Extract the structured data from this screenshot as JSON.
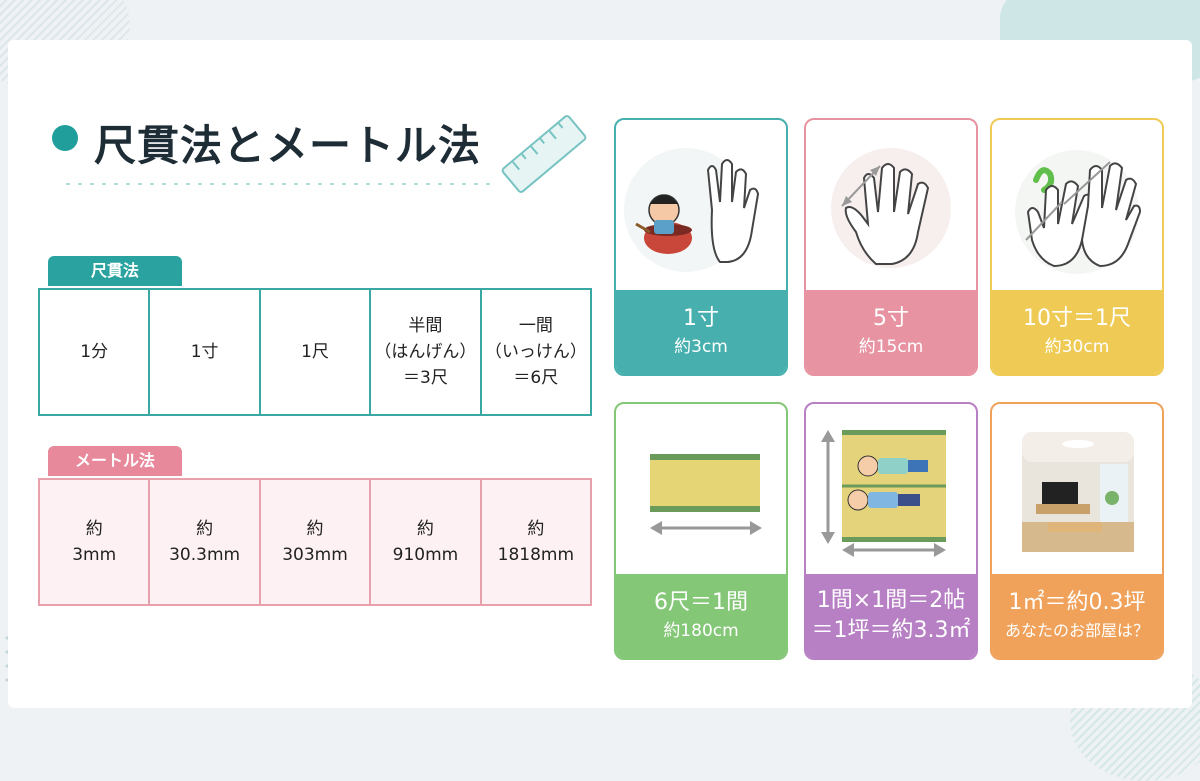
{
  "header": {
    "title": "尺貫法とメートル法"
  },
  "shakkan": {
    "label": "尺貫法",
    "cells": [
      "1分",
      "1寸",
      "1尺",
      "半間\n（はんげん）\n＝3尺",
      "一間\n（いっけん）\n＝6尺"
    ]
  },
  "metric": {
    "label": "メートル法",
    "cells": [
      "約\n3mm",
      "約\n30.3mm",
      "約\n303mm",
      "約\n910mm",
      "約\n1818mm"
    ]
  },
  "cards": [
    {
      "line1": "1寸",
      "line2": "約3cm",
      "color": "#47b0ae",
      "icon": "issunboshi-and-hand-icon"
    },
    {
      "line1": "5寸",
      "line2": "約15cm",
      "color": "#e893a2",
      "icon": "hand-span-icon"
    },
    {
      "line1": "10寸＝1尺",
      "line2": "約30cm",
      "color": "#efcb55",
      "icon": "two-hands-span-icon"
    },
    {
      "line1": "6尺＝1間",
      "line2": "約180cm",
      "color": "#84c777",
      "icon": "tatami-mat-icon"
    },
    {
      "line1": "1間×1間＝2帖",
      "line2": "＝1坪＝約3.3㎡",
      "color": "#b77fc4",
      "icon": "people-on-tatami-icon"
    },
    {
      "line1": "1㎡＝約0.3坪",
      "line2": "あなたのお部屋は？",
      "color": "#f0a15a",
      "icon": "living-room-icon"
    }
  ]
}
